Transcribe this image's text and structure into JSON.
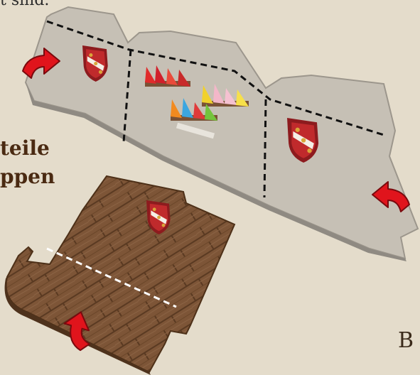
{
  "top_text": "t sind.",
  "side_text_line1": "teile",
  "side_text_line2": "ppen",
  "section_label": "B",
  "icons": {
    "arrow_left": "curved-red-arrow",
    "arrow_right": "curved-red-arrow",
    "arrow_up": "curved-red-arrow",
    "crest": "red-white-crest-with-fleur-de-lis",
    "pennants": "colored-pennants"
  },
  "colors": {
    "background": "#e4dccb",
    "panel": "#c6c0b5",
    "wood": "#7a5236",
    "arrow": "#e0141c",
    "text": "#4a2a12"
  }
}
